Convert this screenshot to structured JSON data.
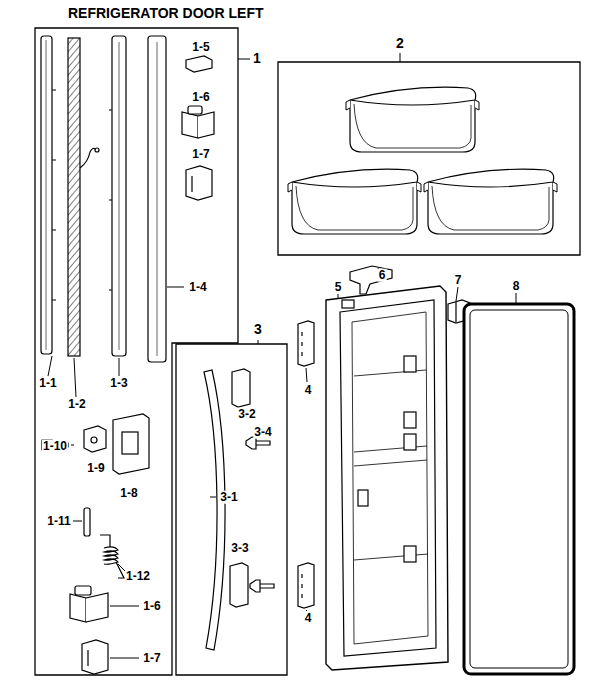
{
  "diagram": {
    "title": "REFRIGERATOR DOOR LEFT",
    "nodes": [
      {
        "text": [
          "1"
        ]
      },
      {
        "text": [
          "2"
        ]
      },
      {
        "text": [
          "3"
        ]
      }
    ],
    "labels": [
      "1-5",
      "1-6",
      "1-7",
      "1-4",
      "1-1",
      "1-2",
      "1-3",
      "1-10",
      "1-9",
      "1-8",
      "1-11",
      "1-12",
      "1-6",
      "1-7",
      "3-2",
      "3-4",
      "3-1",
      "3-3",
      "4",
      "4",
      "5",
      "6",
      "7",
      "8"
    ]
  }
}
